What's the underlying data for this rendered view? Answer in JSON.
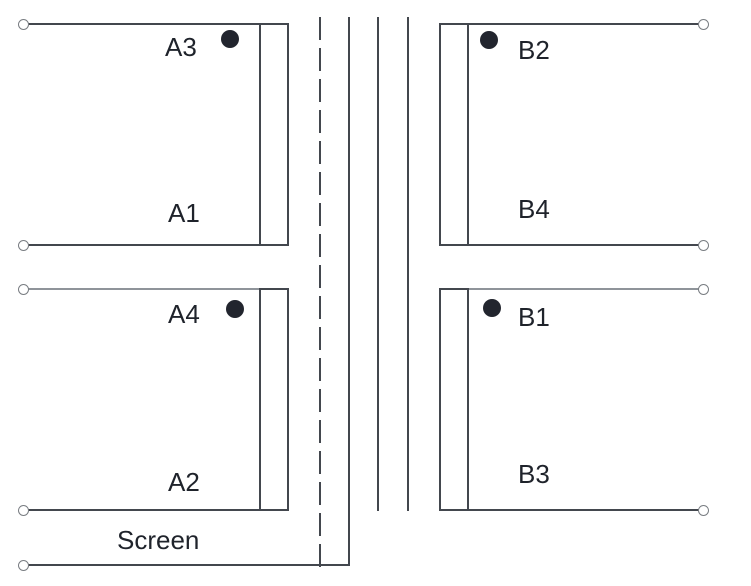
{
  "colors": {
    "background": "#ffffff",
    "line": "#43474e",
    "light-line": "#8f949a",
    "text": "#1f232b",
    "dot": "#22252e",
    "terminal-ring": "#797d82"
  },
  "labels": {
    "a3": "A3",
    "a1": "A1",
    "a4": "A4",
    "a2": "A2",
    "b2": "B2",
    "b4": "B4",
    "b1": "B1",
    "b3": "B3",
    "screen": "Screen"
  }
}
